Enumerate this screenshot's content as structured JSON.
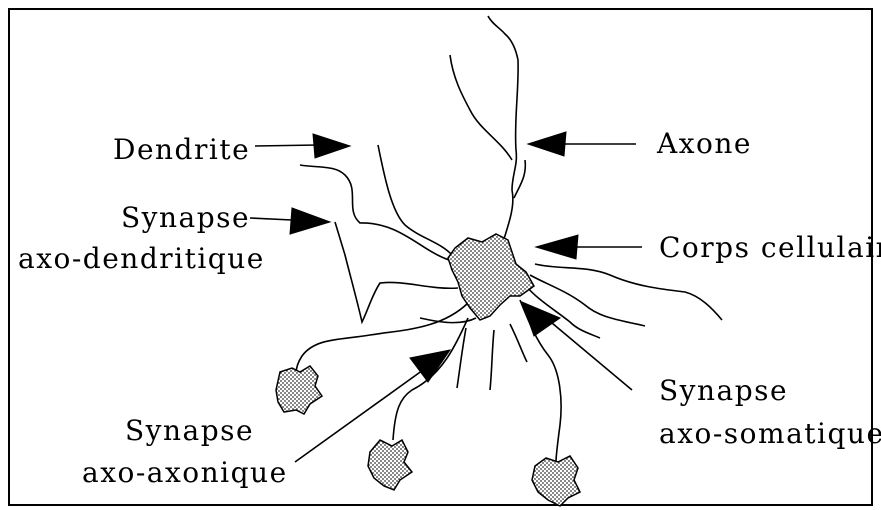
{
  "labels": {
    "dendrite": "Dendrite",
    "axone": "Axone",
    "synapse_axo_dendritique_line1": "Synapse",
    "synapse_axo_dendritique_line2": "axo-dendritique",
    "corps_cellulaire": "Corps cellulaire",
    "synapse_axo_somatique_line1": "Synapse",
    "synapse_axo_somatique_line2": "axo-somatique",
    "synapse_axo_axonique_line1": "Synapse",
    "synapse_axo_axonique_line2": "axo-axonique"
  },
  "colors": {
    "ink": "#000000",
    "cell_fill": "#b8b8b8",
    "background": "#ffffff"
  }
}
